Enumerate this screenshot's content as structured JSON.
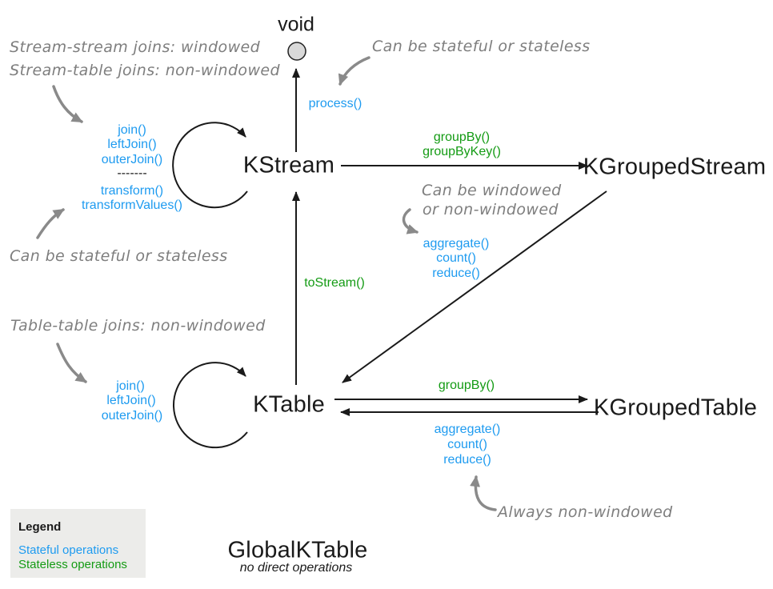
{
  "palette": {
    "blue": "#1e9bf0",
    "green": "#149b14",
    "gray": "#7e7e7e",
    "black": "#1a1a1a",
    "circle_fill": "#d9d9d9",
    "legend_bg": "#ececea"
  },
  "nodes": {
    "void_label": "void",
    "kstream": "KStream",
    "kgrouped_stream": "KGroupedStream",
    "ktable": "KTable",
    "kgrouped_table": "KGroupedTable",
    "global_ktable": "GlobalKTable",
    "global_ktable_note": "no direct operations"
  },
  "ops": {
    "process": "process()",
    "to_stream": "toStream()",
    "stream_group": [
      "groupBy()",
      "groupByKey()"
    ],
    "table_group": "groupBy()",
    "kstream_self": [
      "join()",
      "leftJoin()",
      "outerJoin()",
      "-------",
      "transform()",
      "transformValues()"
    ],
    "ktable_self": [
      "join()",
      "leftJoin()",
      "outerJoin()"
    ],
    "kgrouped_stream_ops": [
      "aggregate()",
      "count()",
      "reduce()"
    ],
    "kgrouped_table_ops": [
      "aggregate()",
      "count()",
      "reduce()"
    ]
  },
  "annotations": {
    "stream_joins_1": "Stream-stream joins: windowed",
    "stream_joins_2": "Stream-table joins: non-windowed",
    "stateful_top": "Can be stateful or stateless",
    "stateful_left": "Can be stateful or stateless",
    "windowed_1": "Can be windowed",
    "windowed_2": "or non-windowed",
    "table_joins": "Table-table joins: non-windowed",
    "always": "Always non-windowed"
  },
  "legend": {
    "title": "Legend",
    "items": [
      {
        "label": "Stateful operations",
        "color": "#1e9bf0"
      },
      {
        "label": "Stateless operations",
        "color": "#149b14"
      }
    ]
  }
}
